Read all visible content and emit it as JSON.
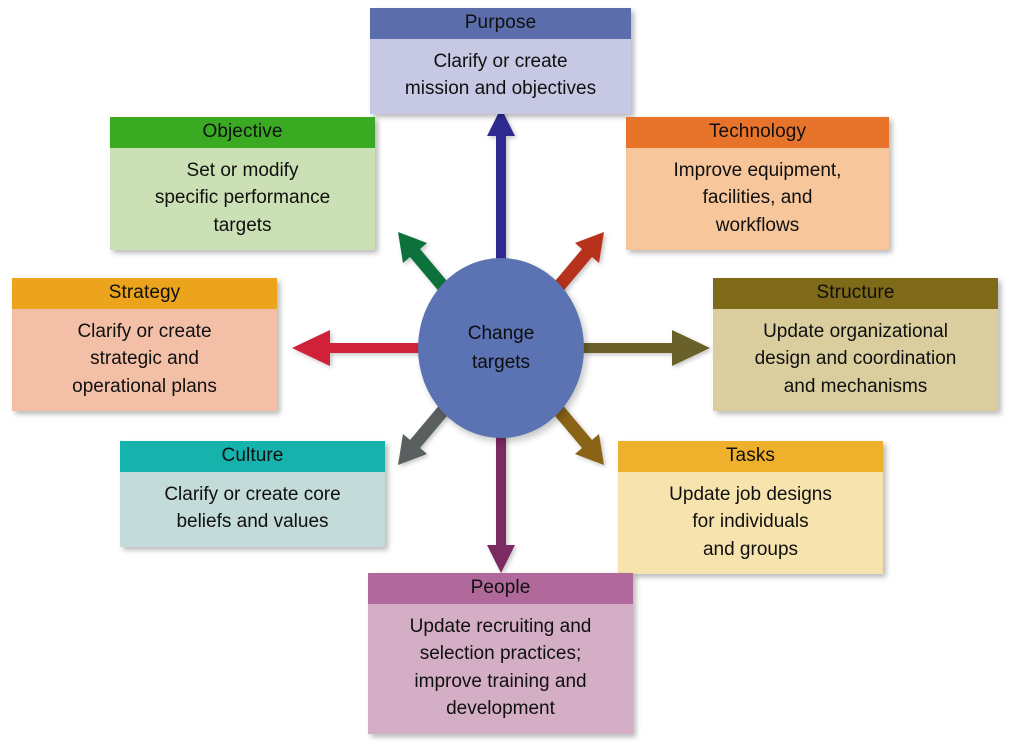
{
  "diagram": {
    "title": "Change targets",
    "hub": {
      "label_line1": "Change",
      "label_line2": "targets",
      "color": "#5b72b3"
    },
    "nodes": [
      {
        "key": "purpose",
        "header": "Purpose",
        "lines": [
          "Clarify or create",
          "mission and objectives"
        ],
        "header_color": "#5b6eab",
        "body_color": "#c6c8e4",
        "arrow_color": "#2e2a8f",
        "direction": "up"
      },
      {
        "key": "objective",
        "header": "Objective",
        "lines": [
          "Set or modify",
          "specific performance",
          "targets"
        ],
        "header_color": "#3aaa23",
        "body_color": "#cbe0b4",
        "arrow_color": "#11713b",
        "direction": "up-left"
      },
      {
        "key": "technology",
        "header": "Technology",
        "lines": [
          "Improve equipment,",
          "facilities, and",
          "workflows"
        ],
        "header_color": "#e8742c",
        "body_color": "#f7c79b",
        "arrow_color": "#b7331b",
        "direction": "up-right"
      },
      {
        "key": "strategy",
        "header": "Strategy",
        "lines": [
          "Clarify or create",
          "strategic and",
          "operational plans"
        ],
        "header_color": "#eca41c",
        "body_color": "#f3c0a7",
        "arrow_color": "#cf2038",
        "direction": "left"
      },
      {
        "key": "structure",
        "header": "Structure",
        "lines": [
          "Update organizational",
          "design and coordination",
          "and mechanisms"
        ],
        "header_color": "#7e6a18",
        "body_color": "#dace9e",
        "arrow_color": "#6b6129",
        "direction": "right"
      },
      {
        "key": "culture",
        "header": "Culture",
        "lines": [
          "Clarify or create core",
          "beliefs and values"
        ],
        "header_color": "#15b3ac",
        "body_color": "#c3dcd9",
        "arrow_color": "#5a6061",
        "direction": "down-left"
      },
      {
        "key": "tasks",
        "header": "Tasks",
        "lines": [
          "Update job designs",
          "for individuals",
          "and groups"
        ],
        "header_color": "#efb12c",
        "body_color": "#f7e3ad",
        "arrow_color": "#8a6312",
        "direction": "down-right"
      },
      {
        "key": "people",
        "header": "People",
        "lines": [
          "Update recruiting and",
          "selection practices;",
          "improve training and",
          "development"
        ],
        "header_color": "#b0699a",
        "body_color": "#d4aec5",
        "arrow_color": "#7b2b62",
        "direction": "down"
      }
    ]
  }
}
